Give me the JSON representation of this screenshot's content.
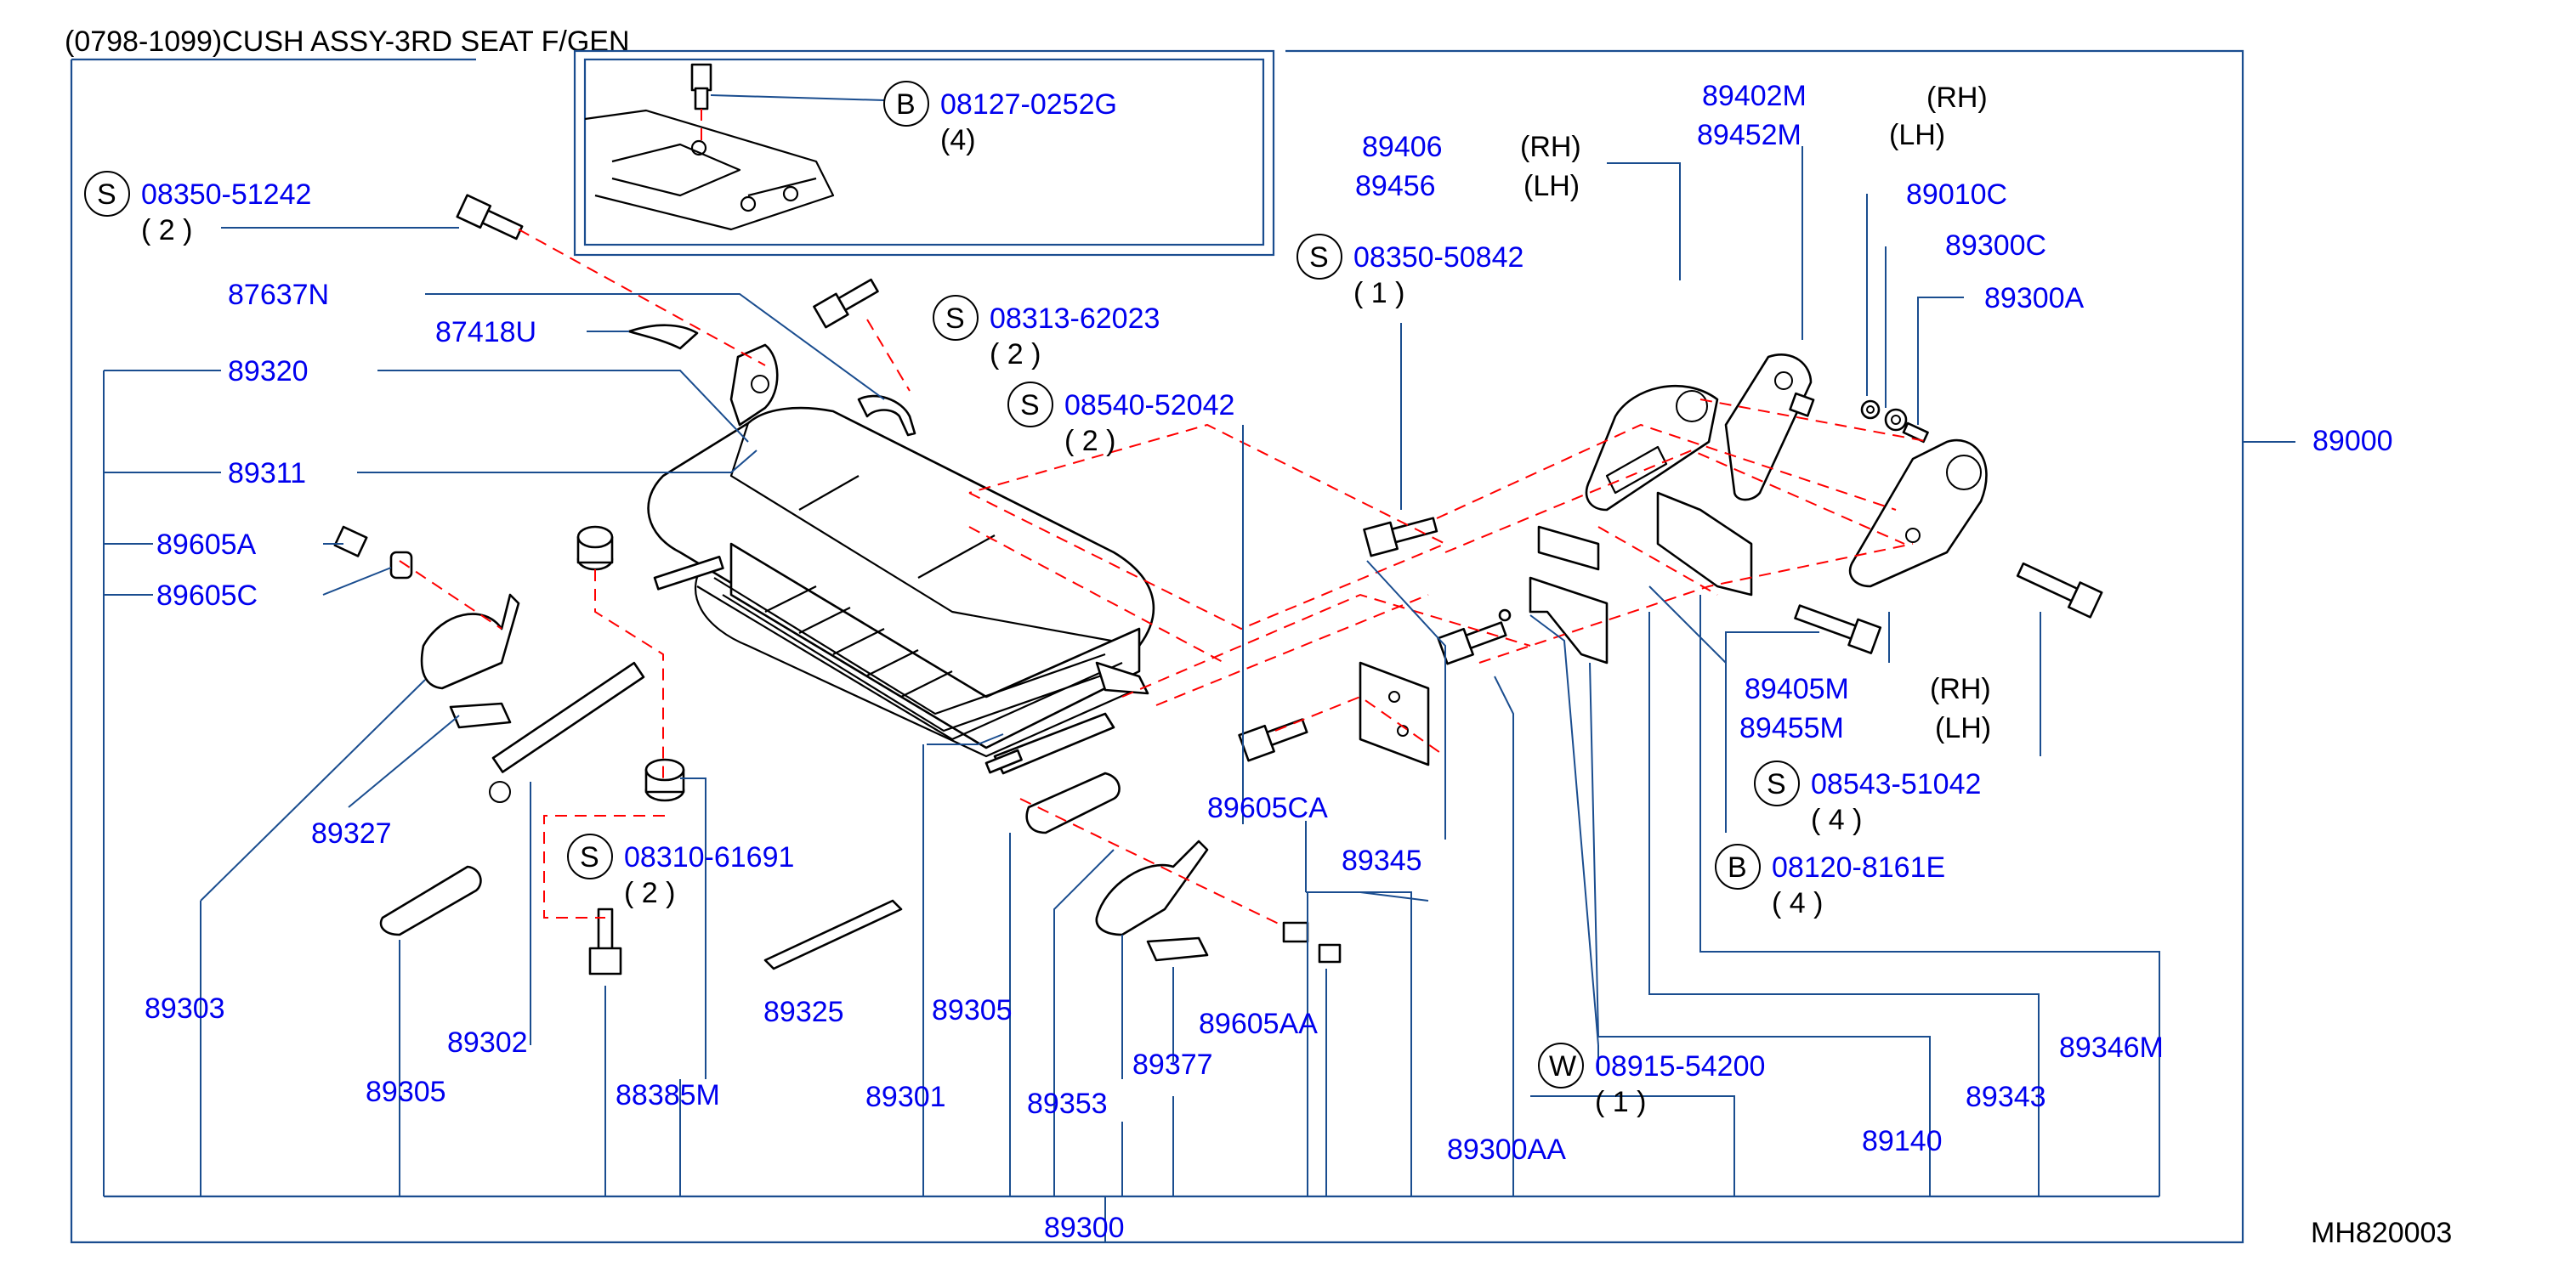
{
  "title": "(0798-1099)CUSH   ASSY-3RD   SEAT   F/GEN",
  "diagram_code": "MH820003",
  "colors": {
    "part_number": "#0000ee",
    "leader": "#1a4d8f",
    "dash": "#ff0000",
    "text": "#000000"
  },
  "callouts": {
    "b_top": {
      "prefix": "B",
      "part": "08127-0252G",
      "qty": "(4)"
    },
    "s_51242": {
      "prefix": "S",
      "part": "08350-51242",
      "qty": "( 2   )"
    },
    "s_62023": {
      "prefix": "S",
      "part": "08313-62023",
      "qty": "( 2   )"
    },
    "s_52042": {
      "prefix": "S",
      "part": "08540-52042",
      "qty": "( 2   )"
    },
    "s_50842": {
      "prefix": "S",
      "part": "08350-50842",
      "qty": "( 1   )"
    },
    "s_61691": {
      "prefix": "S",
      "part": "08310-61691",
      "qty": "( 2   )"
    },
    "s_51042": {
      "prefix": "S",
      "part": "08543-51042",
      "qty": "( 4   )"
    },
    "b_8161e": {
      "prefix": "B",
      "part": "08120-8161E",
      "qty": "( 4   )"
    },
    "w_54200": {
      "prefix": "W",
      "part": "08915-54200",
      "qty": "( 1   )"
    }
  },
  "labels": {
    "p87637N": "87637N",
    "p87418U": "87418U",
    "p89320": "89320",
    "p89311": "89311",
    "p89605A": "89605A",
    "p89605C": "89605C",
    "p89327": "89327",
    "p89303": "89303",
    "p89302": "89302",
    "p89305a": "89305",
    "p88385M": "88385M",
    "p89325": "89325",
    "p89301": "89301",
    "p89305b": "89305",
    "p89353": "89353",
    "p89377": "89377",
    "p89605CA": "89605CA",
    "p89605AA": "89605AA",
    "p89345": "89345",
    "p89300": "89300",
    "p89300AA": "89300AA",
    "p89406": "89406",
    "p89456": "89456",
    "rh1": "(RH)",
    "lh1": "(LH)",
    "p89402M": "89402M",
    "p89452M": "89452M",
    "rh2": "(RH)",
    "lh2": "(LH)",
    "p89010C": "89010C",
    "p89300C": "89300C",
    "p89300A": "89300A",
    "p89000": "89000",
    "p89405M": "89405M",
    "p89455M": "89455M",
    "rh3": "(RH)",
    "lh3": "(LH)",
    "p89346M": "89346M",
    "p89343": "89343",
    "p89140": "89140"
  }
}
